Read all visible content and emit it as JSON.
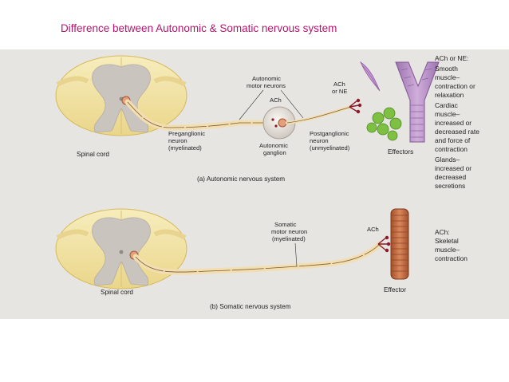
{
  "slide": {
    "title": "Difference between Autonomic & Somatic nervous system"
  },
  "panel_a": {
    "spinal_cord": "Spinal cord",
    "autonomic_motor_neurons": [
      "Autonomic",
      "motor neurons"
    ],
    "ach_ganglion": "ACh",
    "ach_or_ne": [
      "ACh",
      "or NE"
    ],
    "preganglionic": [
      "Preganglionic",
      "neuron",
      "(myelinated)"
    ],
    "autonomic_ganglion": [
      "Autonomic",
      "ganglion"
    ],
    "postganglionic": [
      "Postganglionic",
      "neuron",
      "(unmyelinated)"
    ],
    "effectors": "Effectors",
    "caption": "(a) Autonomic nervous system"
  },
  "panel_b": {
    "spinal_cord": "Spinal cord",
    "somatic_motor_neuron": [
      "Somatic",
      "motor neuron",
      "(myelinated)"
    ],
    "ach": "ACh",
    "effector": "Effector",
    "caption": "(b) Somatic nervous system"
  },
  "side_notes": {
    "autonomic": [
      "ACh or NE:",
      "Smooth",
      "muscle–",
      "contraction or",
      "relaxation",
      "Cardiac",
      "muscle–",
      "increased or",
      "decreased rate",
      "and force of",
      "contraction",
      "Glands–",
      "increased or",
      "decreased",
      "secretions"
    ],
    "somatic": [
      "ACh:",
      "Skeletal",
      "muscle–",
      "contraction"
    ]
  },
  "colors": {
    "title": "#b5156e",
    "figure_bg": "#e7e5e2",
    "cord_outer": "#f3e6a6",
    "cord_gray": "#c9c4bd",
    "nerve": "#f2deb0",
    "smooth_muscle": "#b990c8",
    "gland": "#74b83c",
    "skeletal_muscle": "#c0673d",
    "terminal": "#8a1a2c"
  }
}
